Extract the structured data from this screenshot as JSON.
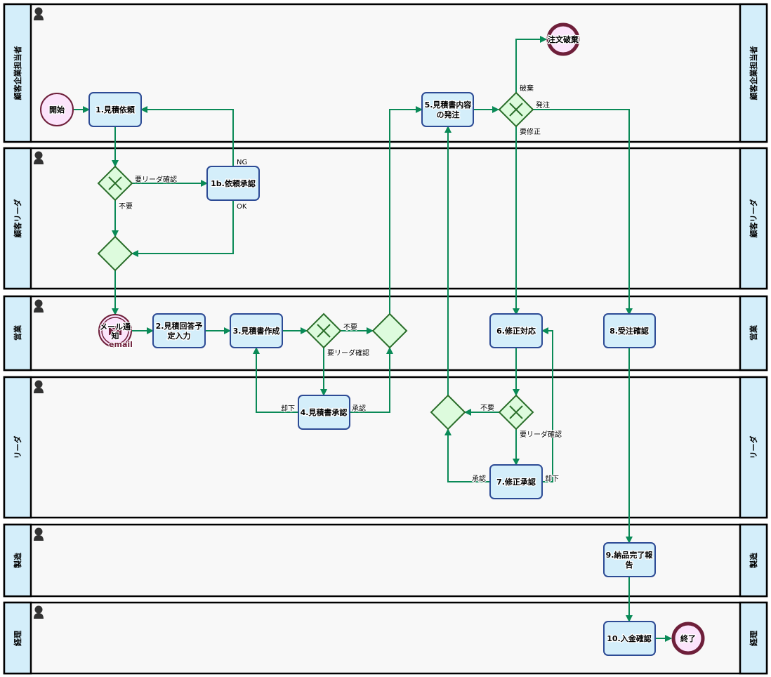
{
  "diagram": {
    "type": "bpmn-swimlane",
    "lanes": [
      {
        "id": "customer",
        "label": "顧客企業担当者"
      },
      {
        "id": "customer_leader",
        "label": "顧客リーダ"
      },
      {
        "id": "sales",
        "label": "営業"
      },
      {
        "id": "leader",
        "label": "リーダ"
      },
      {
        "id": "manufacturing",
        "label": "製造"
      },
      {
        "id": "accounting",
        "label": "経理"
      }
    ],
    "events": {
      "start": {
        "label": "開始",
        "lane": "customer"
      },
      "mail": {
        "label_lines": [
          "メール通",
          "知"
        ],
        "sub": "email",
        "lane": "sales"
      },
      "cancel": {
        "label": "注文破棄",
        "lane": "customer"
      },
      "end": {
        "label": "終了",
        "lane": "accounting"
      }
    },
    "tasks": {
      "t1": {
        "lines": [
          "1.見積依頼"
        ]
      },
      "t1b": {
        "lines": [
          "1b.依頼承認"
        ]
      },
      "t2": {
        "lines": [
          "2.見積回答予",
          "定入力"
        ]
      },
      "t3": {
        "lines": [
          "3.見積書作成"
        ]
      },
      "t4": {
        "lines": [
          "4.見積書承認"
        ]
      },
      "t5": {
        "lines": [
          "5.見積書内容",
          "の発注"
        ]
      },
      "t6": {
        "lines": [
          "6.修正対応"
        ]
      },
      "t7": {
        "lines": [
          "7.修正承認"
        ]
      },
      "t8": {
        "lines": [
          "8.受注確認"
        ]
      },
      "t9": {
        "lines": [
          "9.納品完了報",
          "告"
        ]
      },
      "t10": {
        "lines": [
          "10.入金確認"
        ]
      }
    },
    "flow_labels": {
      "g1_leader": "要リーダ確認",
      "g1_no": "不要",
      "t1b_ng": "NG",
      "t1b_ok": "OK",
      "g3_no": "不要",
      "g3_leader": "要リーダ確認",
      "t4_reject": "却下",
      "t4_approve": "承認",
      "g5_cancel": "破棄",
      "g5_order": "発注",
      "g5_fix": "要修正",
      "g6_no": "不要",
      "g6_leader": "要リーダ確認",
      "t7_approve": "承認",
      "t7_reject": "却下"
    }
  }
}
